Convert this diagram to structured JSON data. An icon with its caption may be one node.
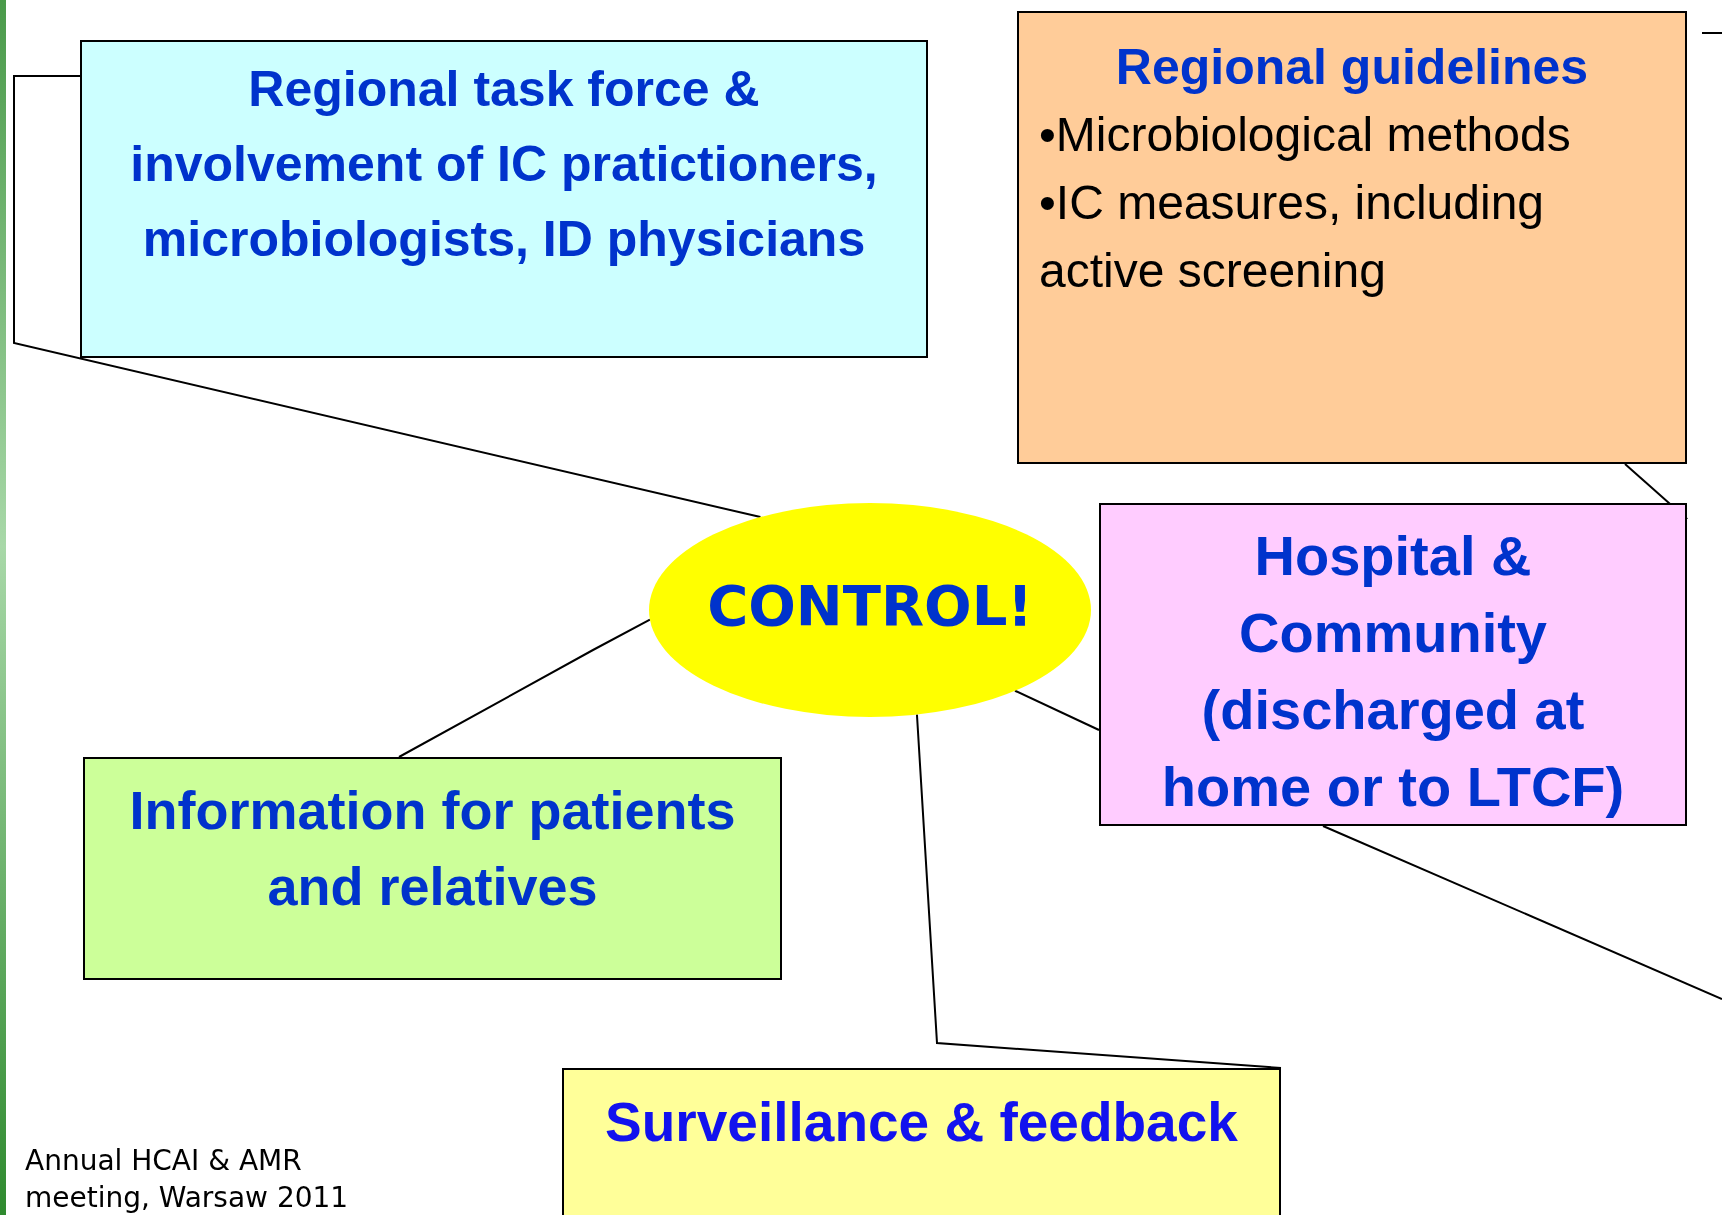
{
  "diagram": {
    "nodes": [
      {
        "text": [
          "Regional task force & involvement of IC pratictioners, microbiologists, ID physicians"
        ]
      },
      {
        "text": [
          "Regional guidelines",
          "•Microbiological methods",
          "•IC measures, including active screening"
        ]
      },
      {
        "text": [
          "CONTROL!"
        ]
      },
      {
        "text": [
          "Hospital & Community (discharged at home or to LTCF)"
        ]
      },
      {
        "text": [
          "Information for patients and relatives"
        ]
      },
      {
        "text": [
          "Surveillance & feedback"
        ]
      }
    ],
    "edges": [
      {
        "from": 2,
        "to": 0,
        "arrow": "none"
      },
      {
        "from": 2,
        "to": 4,
        "arrow": "none"
      },
      {
        "from": 2,
        "to": 3,
        "arrow": "none"
      },
      {
        "from": 2,
        "to": 5,
        "arrow": "none"
      },
      {
        "from": 1,
        "to": 3,
        "arrow": "to"
      },
      {
        "from": 3,
        "to": null,
        "arrow": "none"
      }
    ],
    "labels": [
      "Annual HCAI & AMR meeting, Warsaw 2011"
    ]
  }
}
